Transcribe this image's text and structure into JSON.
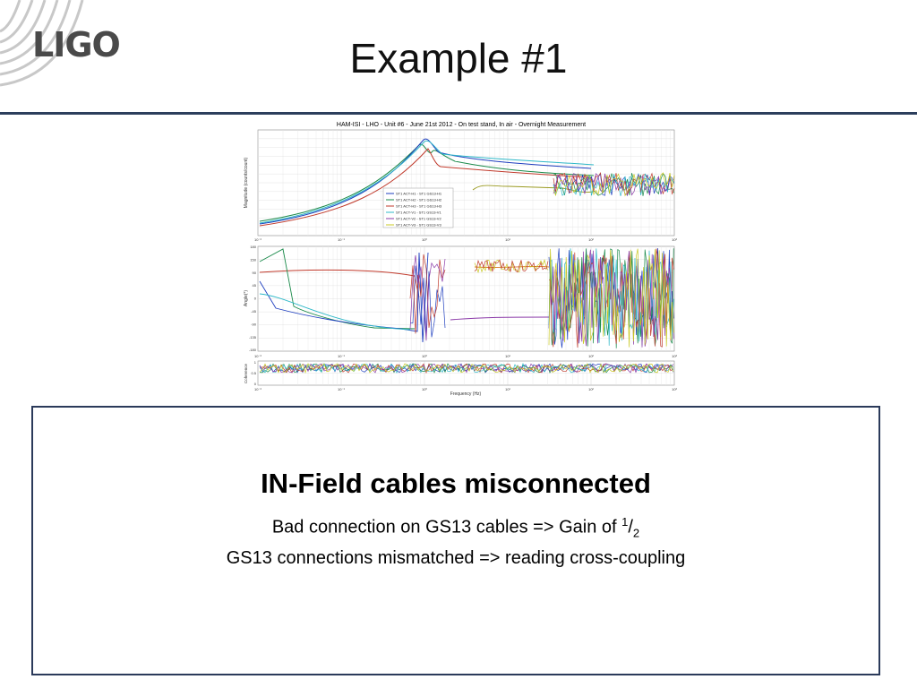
{
  "logo": {
    "text": "LIGO"
  },
  "title": "Example #1",
  "figure": {
    "title": "HAM-ISI - LHO - Unit #6 - June 21st 2012 - On test stand, In air - Overnight Measurement",
    "top_ylabel": "Magnitude (counts/count)",
    "mid_ylabel": "Angle(°)",
    "bot_ylabel": "Coherence",
    "xlabel": "Frequency (Hz)",
    "legend": [
      "ST1 ACT-H1 - ST1 GS13-H1",
      "ST1 ACT-H2 - ST1 GS13-H2",
      "ST1 ACT-H3 - ST1 GS13-H3",
      "ST1 ACT-V1 - ST1 GS13-V1",
      "ST1 ACT-V2 - ST1 GS13-V2",
      "ST1 ACT-V3 - ST1 GS13-V3"
    ],
    "series_colors": [
      "#1f3fbf",
      "#1a8a4a",
      "#c0392b",
      "#2fb8c8",
      "#8b3aa8",
      "#c8c820"
    ],
    "xticks": [
      "10⁻²",
      "10⁻¹",
      "10⁰",
      "10¹",
      "10²",
      "10³"
    ],
    "mid_yticks": [
      "180",
      "150",
      "90",
      "45",
      "0",
      "-45",
      "-90",
      "-135",
      "-180"
    ],
    "bot_yticks": [
      "1",
      "0.5",
      "0"
    ]
  },
  "callout": {
    "heading": "IN-Field cables misconnected",
    "line1_prefix": "Bad connection on GS13 cables => Gain of ",
    "line1_num": "1",
    "line1_slash": "/",
    "line1_den": "2",
    "line2": "GS13 connections mismatched => reading cross-coupling"
  }
}
